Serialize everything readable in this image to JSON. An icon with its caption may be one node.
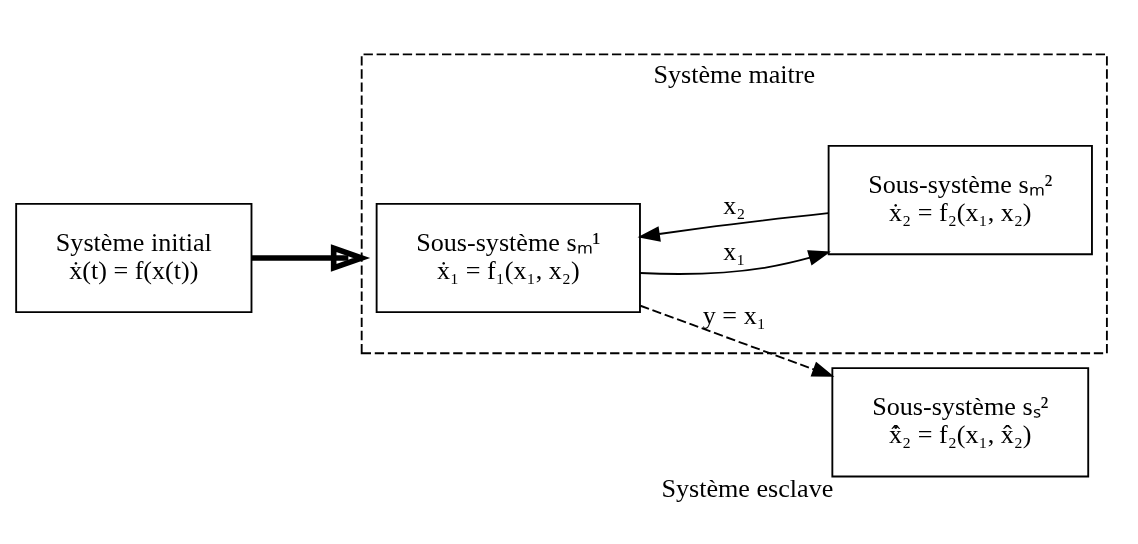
{
  "diagram": {
    "nodes": [
      {
        "text": [
          "Système initial",
          "ẋ(t) = f(x(t))"
        ]
      },
      {
        "text": [
          "Système maitre"
        ]
      },
      {
        "text": [
          "Sous-système sₘ¹",
          "ẋ₁ = f₁(x₁, x₂)"
        ],
        "in": 1
      },
      {
        "text": [
          "Sous-système sₘ²",
          "ẋ₂ = f₂(x₁, x₂)"
        ],
        "in": 1
      },
      {
        "text": [
          "Sous-système sₛ²",
          "x̂̇₂ = f₂(x₁, x̂₂)"
        ],
        "beside": [
          "Système esclave"
        ]
      }
    ],
    "edges": [
      {
        "from": 0,
        "to": 1,
        "arrow": "to",
        "style": "thick"
      },
      {
        "from": 2,
        "to": 3,
        "arrow": "to",
        "label": "x₁"
      },
      {
        "from": 3,
        "to": 2,
        "arrow": "to",
        "label": "x₂"
      },
      {
        "from": 2,
        "to": 4,
        "arrow": "to",
        "label": "y = x₁",
        "style": "dashed"
      }
    ]
  }
}
